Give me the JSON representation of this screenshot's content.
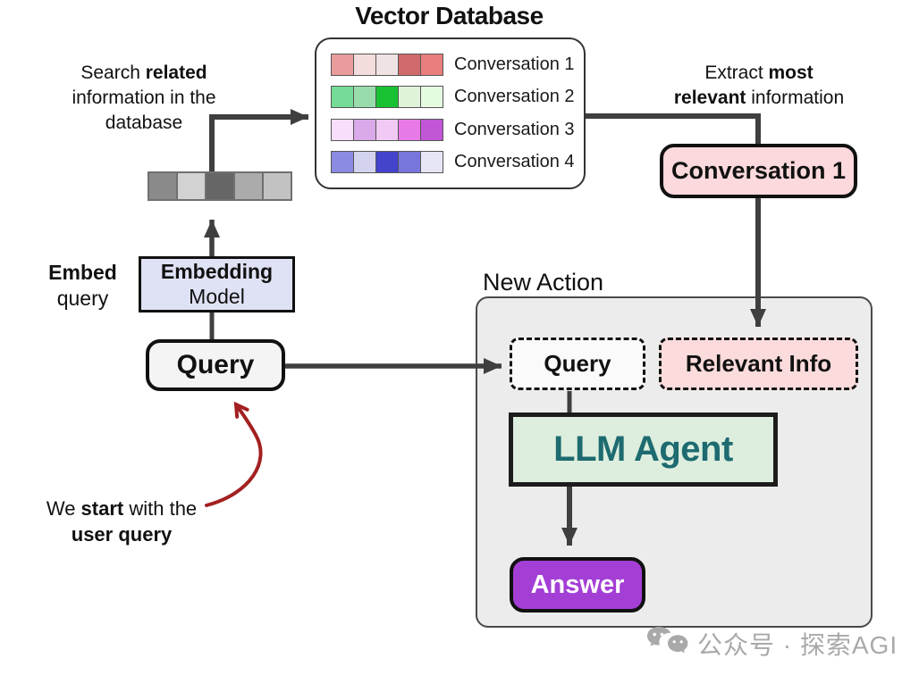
{
  "vector_db": {
    "title": "Vector Database",
    "rows": [
      {
        "label": "Conversation 1",
        "cells": [
          "#e89c9c",
          "#f3dcdc",
          "#f0e3e3",
          "#d16b6b",
          "#e87e7e"
        ]
      },
      {
        "label": "Conversation 2",
        "cells": [
          "#74dc97",
          "#99dcab",
          "#18c232",
          "#def3da",
          "#e5fbdf"
        ]
      },
      {
        "label": "Conversation 3",
        "cells": [
          "#f8defb",
          "#d9a9e9",
          "#f0c9f5",
          "#e87ae8",
          "#c156d6"
        ]
      },
      {
        "label": "Conversation 4",
        "cells": [
          "#8b8be3",
          "#d3d3f0",
          "#4343cc",
          "#7676dd",
          "#e6e6f7"
        ]
      }
    ]
  },
  "query_vector": {
    "cells": [
      "#8a8a8a",
      "#d2d2d2",
      "#666666",
      "#ababab",
      "#c2c2c2"
    ]
  },
  "notes": {
    "search": {
      "pre": "Search ",
      "bold": "related",
      "post": " information in the database"
    },
    "extract": {
      "line1_pre": "Extract ",
      "line1_bold": "most",
      "line2_bold": "relevant",
      "line2_post": " information"
    },
    "embed": {
      "bold": "Embed",
      "post": " query"
    },
    "start": {
      "pre": "We ",
      "bold1": "start",
      "mid": " with the ",
      "bold2": "user query"
    }
  },
  "embedding_model": {
    "line1": "Embedding",
    "line2": "Model"
  },
  "query_box": {
    "label": "Query"
  },
  "conversation_result": {
    "label": "Conversation 1",
    "bg": "#fcd9dc"
  },
  "new_action": {
    "title": "New Action",
    "query": {
      "label": "Query"
    },
    "relevant_info": {
      "label": "Relevant Info",
      "bg": "#fbdbdb"
    },
    "llm_agent": {
      "label": "LLM Agent",
      "bg": "#ddeede",
      "text_color": "#1d6b70"
    },
    "answer": {
      "label": "Answer",
      "bg": "#a43fd6"
    }
  },
  "colors": {
    "arrow": "#3f3f3f",
    "red_arrow": "#a32020"
  },
  "watermark": {
    "text": "公众号 · 探索AGI"
  }
}
